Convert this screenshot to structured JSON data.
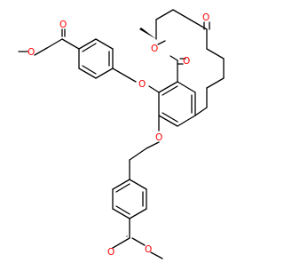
{
  "diagram": {
    "kind": "skeletal-formula",
    "colors": {
      "bond": "#000000",
      "oxygen": "#ff0000",
      "background": "#ffffff"
    },
    "atom_labels": {
      "ester_top_carbonyl_o": "O",
      "ester_top_ether_o": "O",
      "ring_ether_o": "O",
      "lactone_o": "O",
      "lactone_carbonyl_o": "O",
      "ketone_o": "O",
      "aryl_ether_o": "O",
      "ester_bottom_carbonyl_o": "O",
      "ester_bottom_ether_o": "O"
    }
  }
}
